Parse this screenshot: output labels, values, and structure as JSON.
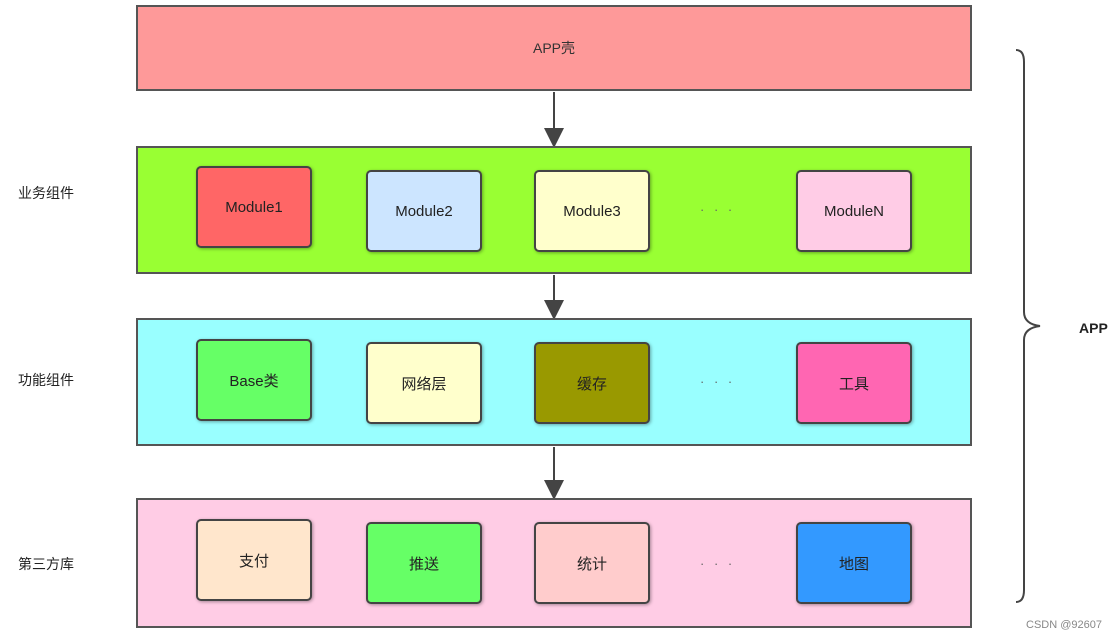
{
  "shell": {
    "label": "APP壳"
  },
  "layers": [
    {
      "side_label": "业务组件",
      "color": "#99ff33",
      "modules": [
        {
          "label": "Module1",
          "color": "#ff6666"
        },
        {
          "label": "Module2",
          "color": "#cce5ff"
        },
        {
          "label": "Module3",
          "color": "#ffffcc"
        },
        {
          "label": "ModuleN",
          "color": "#ffcce6"
        }
      ],
      "ellipsis": "· · ·"
    },
    {
      "side_label": "功能组件",
      "color": "#99ffff",
      "modules": [
        {
          "label": "Base类",
          "color": "#66ff66"
        },
        {
          "label": "网络层",
          "color": "#ffffcc"
        },
        {
          "label": "缓存",
          "color": "#999900"
        },
        {
          "label": "工具",
          "color": "#ff66b2"
        }
      ],
      "ellipsis": "· · ·"
    },
    {
      "side_label": "第三方库",
      "color": "#ffcce5",
      "modules": [
        {
          "label": "支付",
          "color": "#ffe6cc"
        },
        {
          "label": "推送",
          "color": "#66ff66"
        },
        {
          "label": "统计",
          "color": "#ffcccc"
        },
        {
          "label": "地图",
          "color": "#3399ff"
        }
      ],
      "ellipsis": "· · ·"
    }
  ],
  "brace_label": "APP",
  "watermark": "CSDN @92607"
}
